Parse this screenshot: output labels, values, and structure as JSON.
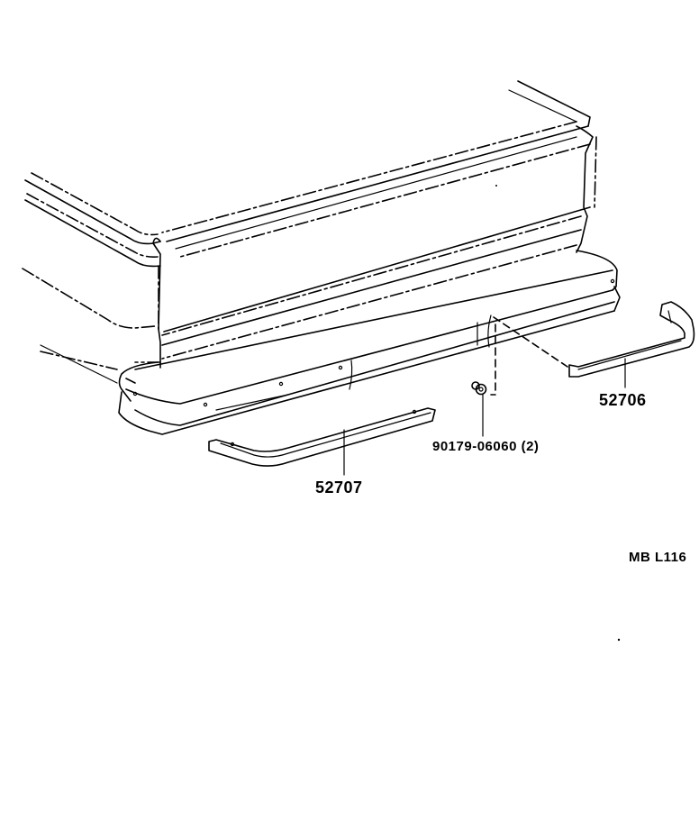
{
  "diagram": {
    "title": "Rear bumper moldings exploded view",
    "background": "#ffffff",
    "line_color": "#000000",
    "parts": [
      {
        "id": "right_molding",
        "number": "52706",
        "description": "right bumper end molding"
      },
      {
        "id": "left_molding",
        "number": "52707",
        "description": "left bumper molding"
      },
      {
        "id": "clip",
        "number": "90179-06060",
        "quantity": "(2)",
        "description": "clip / nut fastener"
      }
    ],
    "labels": {
      "right_molding": "52706",
      "left_molding": "52707",
      "clip": "90179-06060 (2)",
      "drawing_code": "MB L116"
    }
  }
}
